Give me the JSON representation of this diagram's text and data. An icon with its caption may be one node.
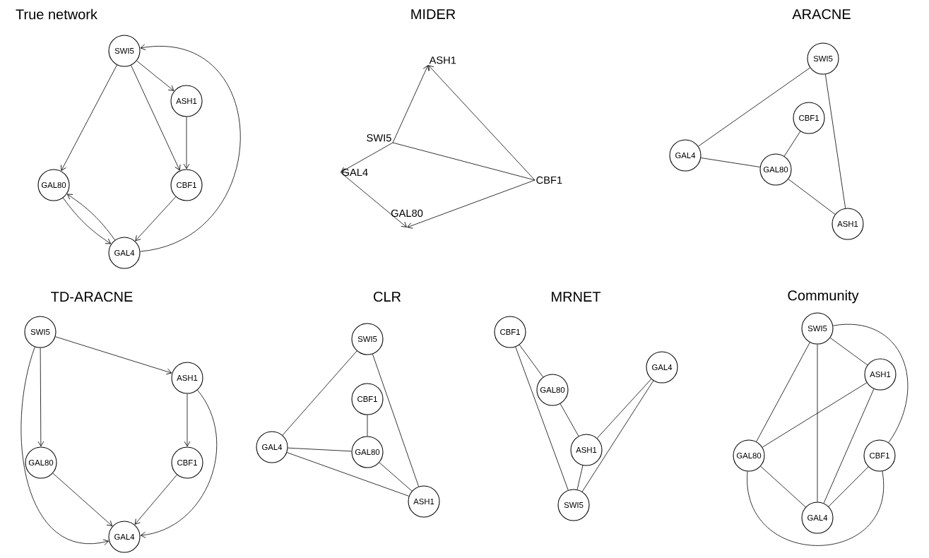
{
  "diagram": {
    "nodes": [
      {
        "text": [
          "SWI5"
        ]
      },
      {
        "text": [
          "ASH1"
        ]
      },
      {
        "text": [
          "GAL80"
        ]
      },
      {
        "text": [
          "CBF1"
        ]
      },
      {
        "text": [
          "GAL4"
        ]
      },
      {
        "text": [
          "ASH1"
        ]
      },
      {
        "text": [
          "SWI5"
        ]
      },
      {
        "text": [
          "GAL4"
        ]
      },
      {
        "text": [
          "CBF1"
        ]
      },
      {
        "text": [
          "GAL80"
        ]
      },
      {
        "text": [
          "SWI5"
        ]
      },
      {
        "text": [
          "CBF1"
        ]
      },
      {
        "text": [
          "GAL4"
        ]
      },
      {
        "text": [
          "GAL80"
        ]
      },
      {
        "text": [
          "ASH1"
        ]
      },
      {
        "text": [
          "SWI5"
        ]
      },
      {
        "text": [
          "ASH1"
        ]
      },
      {
        "text": [
          "GAL80"
        ]
      },
      {
        "text": [
          "CBF1"
        ]
      },
      {
        "text": [
          "GAL4"
        ]
      },
      {
        "text": [
          "SWI5"
        ]
      },
      {
        "text": [
          "CBF1"
        ]
      },
      {
        "text": [
          "GAL4"
        ]
      },
      {
        "text": [
          "GAL80"
        ]
      },
      {
        "text": [
          "ASH1"
        ]
      },
      {
        "text": [
          "CBF1"
        ]
      },
      {
        "text": [
          "GAL4"
        ]
      },
      {
        "text": [
          "GAL80"
        ]
      },
      {
        "text": [
          "ASH1"
        ]
      },
      {
        "text": [
          "SWI5"
        ]
      },
      {
        "text": [
          "SWI5"
        ]
      },
      {
        "text": [
          "ASH1"
        ]
      },
      {
        "text": [
          "GAL80"
        ]
      },
      {
        "text": [
          "CBF1"
        ]
      },
      {
        "text": [
          "GAL4"
        ]
      }
    ],
    "edges": [
      {
        "from": 0,
        "to": 2,
        "arrow": "to"
      },
      {
        "from": 0,
        "to": 1,
        "arrow": "to"
      },
      {
        "from": 0,
        "to": 3,
        "arrow": "to"
      },
      {
        "from": 1,
        "to": 3,
        "arrow": "to"
      },
      {
        "from": 3,
        "to": 4,
        "arrow": "to"
      },
      {
        "from": 2,
        "to": 4,
        "arrow": "to"
      },
      {
        "from": 4,
        "to": 2,
        "arrow": "to"
      },
      {
        "from": 4,
        "to": 0,
        "arrow": "to"
      },
      {
        "from": 6,
        "to": 5,
        "arrow": "to"
      },
      {
        "from": 8,
        "to": 5,
        "arrow": "to"
      },
      {
        "from": 6,
        "to": 7,
        "arrow": "to"
      },
      {
        "from": 6,
        "to": 8,
        "arrow": "none"
      },
      {
        "from": 7,
        "to": 9,
        "arrow": "to"
      },
      {
        "from": 8,
        "to": 9,
        "arrow": "to"
      },
      {
        "from": 10,
        "to": 12,
        "arrow": "none"
      },
      {
        "from": 10,
        "to": 14,
        "arrow": "none"
      },
      {
        "from": 11,
        "to": 13,
        "arrow": "none"
      },
      {
        "from": 12,
        "to": 13,
        "arrow": "none"
      },
      {
        "from": 13,
        "to": 14,
        "arrow": "none"
      },
      {
        "from": 15,
        "to": 16,
        "arrow": "to"
      },
      {
        "from": 15,
        "to": 17,
        "arrow": "to"
      },
      {
        "from": 15,
        "to": 19,
        "arrow": "to"
      },
      {
        "from": 16,
        "to": 18,
        "arrow": "to"
      },
      {
        "from": 16,
        "to": 19,
        "arrow": "to"
      },
      {
        "from": 17,
        "to": 19,
        "arrow": "to"
      },
      {
        "from": 18,
        "to": 19,
        "arrow": "to"
      },
      {
        "from": 20,
        "to": 22,
        "arrow": "none"
      },
      {
        "from": 20,
        "to": 24,
        "arrow": "none"
      },
      {
        "from": 21,
        "to": 23,
        "arrow": "none"
      },
      {
        "from": 22,
        "to": 23,
        "arrow": "none"
      },
      {
        "from": 22,
        "to": 24,
        "arrow": "none"
      },
      {
        "from": 23,
        "to": 24,
        "arrow": "none"
      },
      {
        "from": 25,
        "to": 27,
        "arrow": "none"
      },
      {
        "from": 25,
        "to": 29,
        "arrow": "none"
      },
      {
        "from": 27,
        "to": 28,
        "arrow": "none"
      },
      {
        "from": 26,
        "to": 28,
        "arrow": "none"
      },
      {
        "from": 26,
        "to": 29,
        "arrow": "none"
      },
      {
        "from": 28,
        "to": 29,
        "arrow": "none"
      },
      {
        "from": 30,
        "to": 32,
        "arrow": "none"
      },
      {
        "from": 30,
        "to": 34,
        "arrow": "none"
      },
      {
        "from": 30,
        "to": 31,
        "arrow": "none"
      },
      {
        "from": 30,
        "to": 33,
        "arrow": "none"
      },
      {
        "from": 31,
        "to": 32,
        "arrow": "none"
      },
      {
        "from": 31,
        "to": 34,
        "arrow": "none"
      },
      {
        "from": 32,
        "to": 34,
        "arrow": "none"
      },
      {
        "from": 33,
        "to": 34,
        "arrow": "none"
      },
      {
        "from": 32,
        "to": 33,
        "arrow": "none"
      }
    ],
    "labels": [
      "True network",
      "MIDER",
      "ARACNE",
      "TD-ARACNE",
      "CLR",
      "MRNET",
      "Community"
    ]
  }
}
